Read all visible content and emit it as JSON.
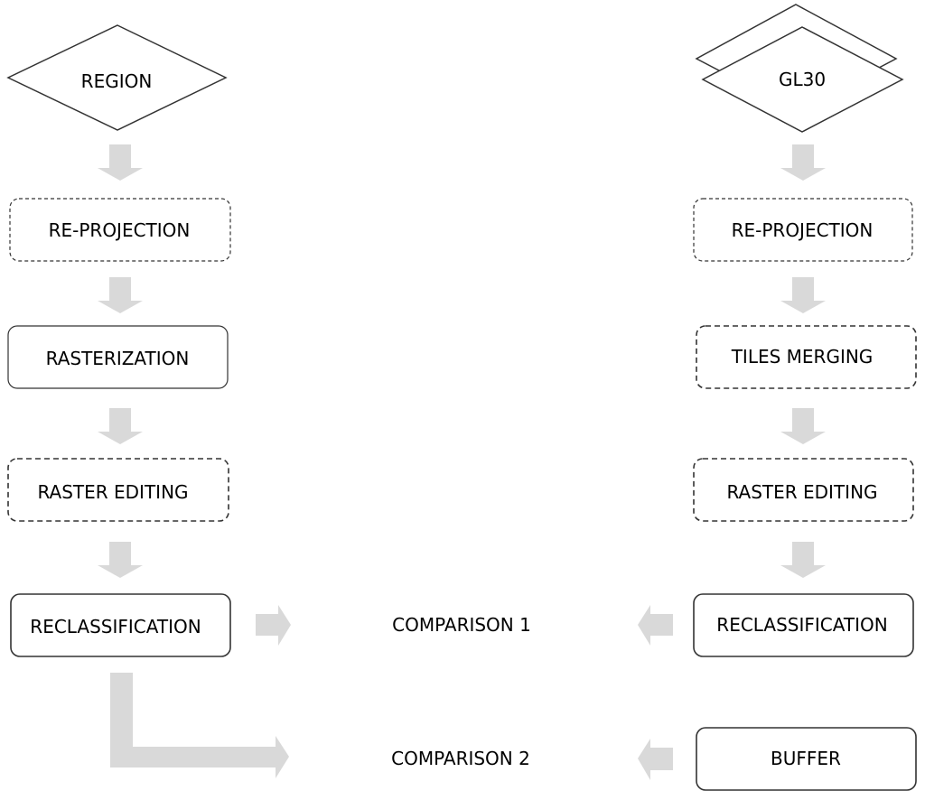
{
  "left": {
    "input": "REGION",
    "steps": [
      "RE-PROJECTION",
      "RASTERIZATION",
      "RASTER EDITING",
      "RECLASSIFICATION"
    ]
  },
  "right": {
    "input": "GL30",
    "steps": [
      "RE-PROJECTION",
      "TILES MERGING",
      "RASTER EDITING",
      "RECLASSIFICATION"
    ],
    "buffer": "BUFFER"
  },
  "comparisons": [
    "COMPARISON 1",
    "COMPARISON 2"
  ],
  "colors": {
    "arrow": "#d9d9d9",
    "stroke": "#333333",
    "text": "#000000"
  }
}
